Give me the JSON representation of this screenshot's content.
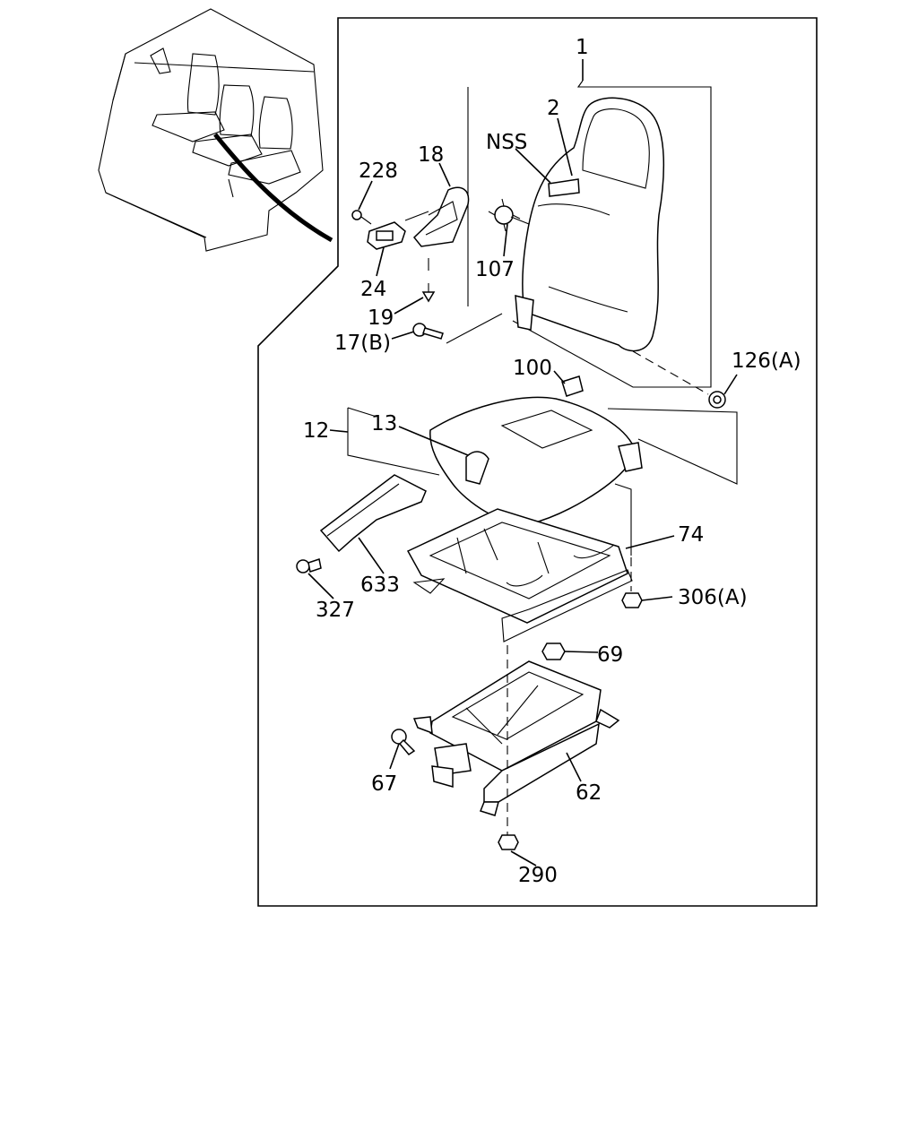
{
  "callouts": {
    "c1": "1",
    "c2": "2",
    "nss": "NSS",
    "c18": "18",
    "c228": "228",
    "c107": "107",
    "c24": "24",
    "c19": "19",
    "c17b": "17(B)",
    "c100": "100",
    "c126a": "126(A)",
    "c12": "12",
    "c13": "13",
    "c74": "74",
    "c633": "633",
    "c327": "327",
    "c306a": "306(A)",
    "c69": "69",
    "c67": "67",
    "c62": "62",
    "c290": "290"
  }
}
